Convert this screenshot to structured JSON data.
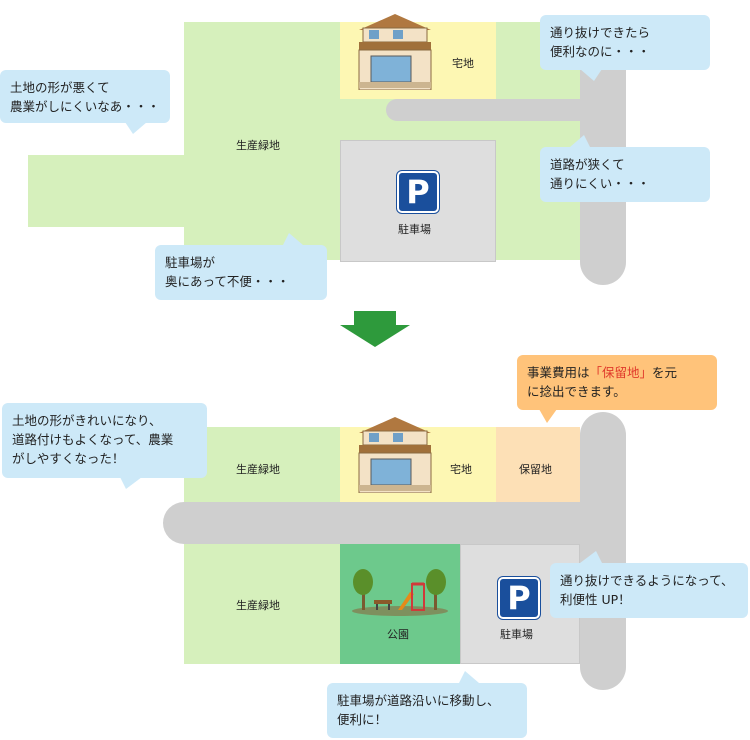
{
  "before": {
    "labels": {
      "farmland": "生産緑地",
      "housing": "宅地",
      "parking": "駐車場"
    },
    "bubbles": {
      "shape": "土地の形が悪くて\n農業がしにくいなあ・・・",
      "through": "通り抜けできたら\n便利なのに・・・",
      "road": "道路が狭くて\n通りにくい・・・",
      "parking": "駐車場が\n奥にあって不便・・・"
    }
  },
  "after": {
    "labels": {
      "farmland_top": "生産緑地",
      "housing": "宅地",
      "reserve": "保留地",
      "farmland_bottom": "生産緑地",
      "park": "公園",
      "parking": "駐車場"
    },
    "bubbles": {
      "shape": "土地の形がきれいになり、\n道路付けもよくなって、農業\nがしやすくなった！",
      "cost_pre": "事業費用は",
      "cost_highlight": "「保留地」",
      "cost_post": "を元\nに捻出できます。",
      "through": "通り抜けできるようになって、\n利便性 UP！",
      "parking": "駐車場が道路沿いに移動し、\n便利に！"
    }
  },
  "icons": {
    "parking": "P"
  },
  "colors": {
    "farmland": "#d6f0bc",
    "housing": "#fdf7b3",
    "reserve": "#fde0b6",
    "park": "#6dc98c",
    "road": "#cfcfcf",
    "bubble": "#cde9f8",
    "bubble_accent": "#ffc37a",
    "arrow": "#2e9a3c",
    "parking_sign": "#1a4f9c"
  }
}
